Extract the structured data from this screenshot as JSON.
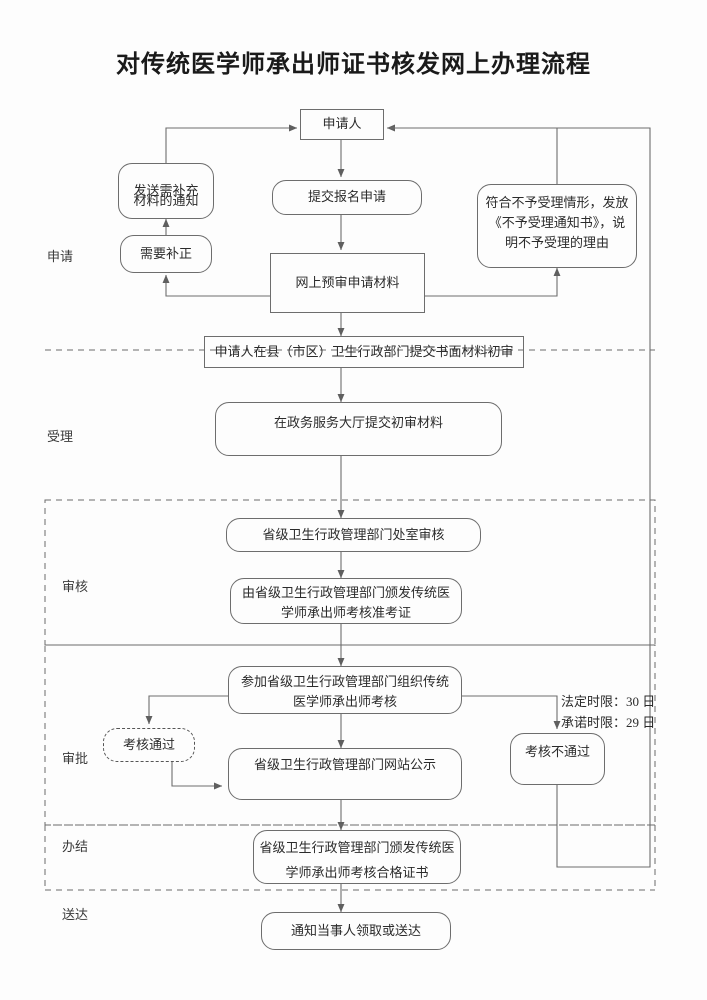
{
  "title": "对传统医学师承出师证书核发网上办理流程",
  "stages": [
    {
      "name": "apply",
      "label": "申请"
    },
    {
      "name": "accept",
      "label": "受理"
    },
    {
      "name": "review",
      "label": "审核"
    },
    {
      "name": "approve",
      "label": "审批"
    },
    {
      "name": "complete",
      "label": "办结"
    },
    {
      "name": "deliver",
      "label": "送达"
    }
  ],
  "nodes": {
    "applicant": "申请人",
    "submit_application": "提交报名申请",
    "online_prereview": "网上预审申请材料",
    "need_correction": "需要补正",
    "send_supplement_notice": "发送需补充材料的通知",
    "not_accepted_notice": "符合不予受理情形，发放《不予受理通知书》，说明不予受理的理由",
    "county_paper_review": "申请人在县（市区）卫生行政部门提交书面材料初审",
    "hall_submit": "在政务服务大厅提交初审材料",
    "provincial_office_review": "省级卫生行政管理部门处室审核",
    "issue_admission_ticket": "由省级卫生行政管理部门颁发传统医学师承出师考核准考证",
    "take_exam": "参加省级卫生行政管理部门组织传统医学师承出师考核",
    "exam_passed": "考核通过",
    "exam_failed": "考核不通过",
    "website_publicity": "省级卫生行政管理部门网站公示",
    "issue_certificate": "省级卫生行政管理部门颁发传统医学师承出师考核合格证书",
    "notify_party": "通知当事人领取或送达"
  },
  "node_lines": {
    "not_accepted_notice": [
      "符合不予受理情形，发放",
      "《不予受理通知书》，说",
      "明不予受理的理由"
    ],
    "send_supplement_notice": [
      "发送需补充",
      "材料的通知"
    ],
    "issue_admission_ticket": [
      "由省级卫生行政管理部门颁发传统医",
      "学师承出师考核准考证"
    ],
    "take_exam": [
      "参加省级卫生行政管理部门组织传统",
      "医学师承出师考核"
    ],
    "issue_certificate": [
      "省级卫生行政管理部门颁发传统医",
      "学师承出师考核合格证书"
    ]
  },
  "time_limits": {
    "statutory_label": "法定时限：",
    "statutory_value": "30 日",
    "promised_label": "承诺时限：",
    "promised_value": "29 日"
  },
  "colors": {
    "line": "#6d6d6d",
    "text": "#2b2b2b",
    "background": "#fdfdfd"
  }
}
